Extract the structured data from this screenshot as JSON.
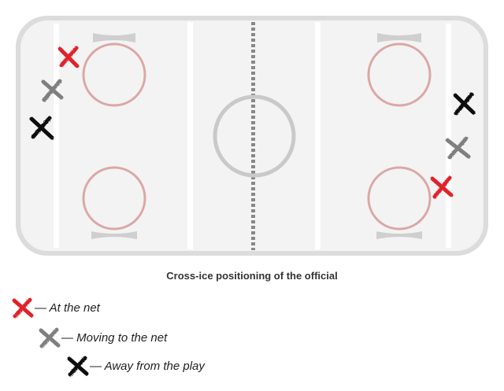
{
  "caption": "Cross-ice positioning of the official",
  "colors": {
    "at_net": "#e0242b",
    "moving": "#7f7f7f",
    "away": "#111111",
    "circle": "#d9a3a3",
    "boards": "#d6d6d6",
    "ice": "#f2f2f2"
  },
  "legend": [
    {
      "marker": "x-mark-icon",
      "color_key": "at_net",
      "label": "At the net"
    },
    {
      "marker": "x-mark-icon",
      "color_key": "moving",
      "label": "Moving to the net"
    },
    {
      "marker": "x-mark-icon",
      "color_key": "away",
      "label": "Away from the play"
    }
  ]
}
